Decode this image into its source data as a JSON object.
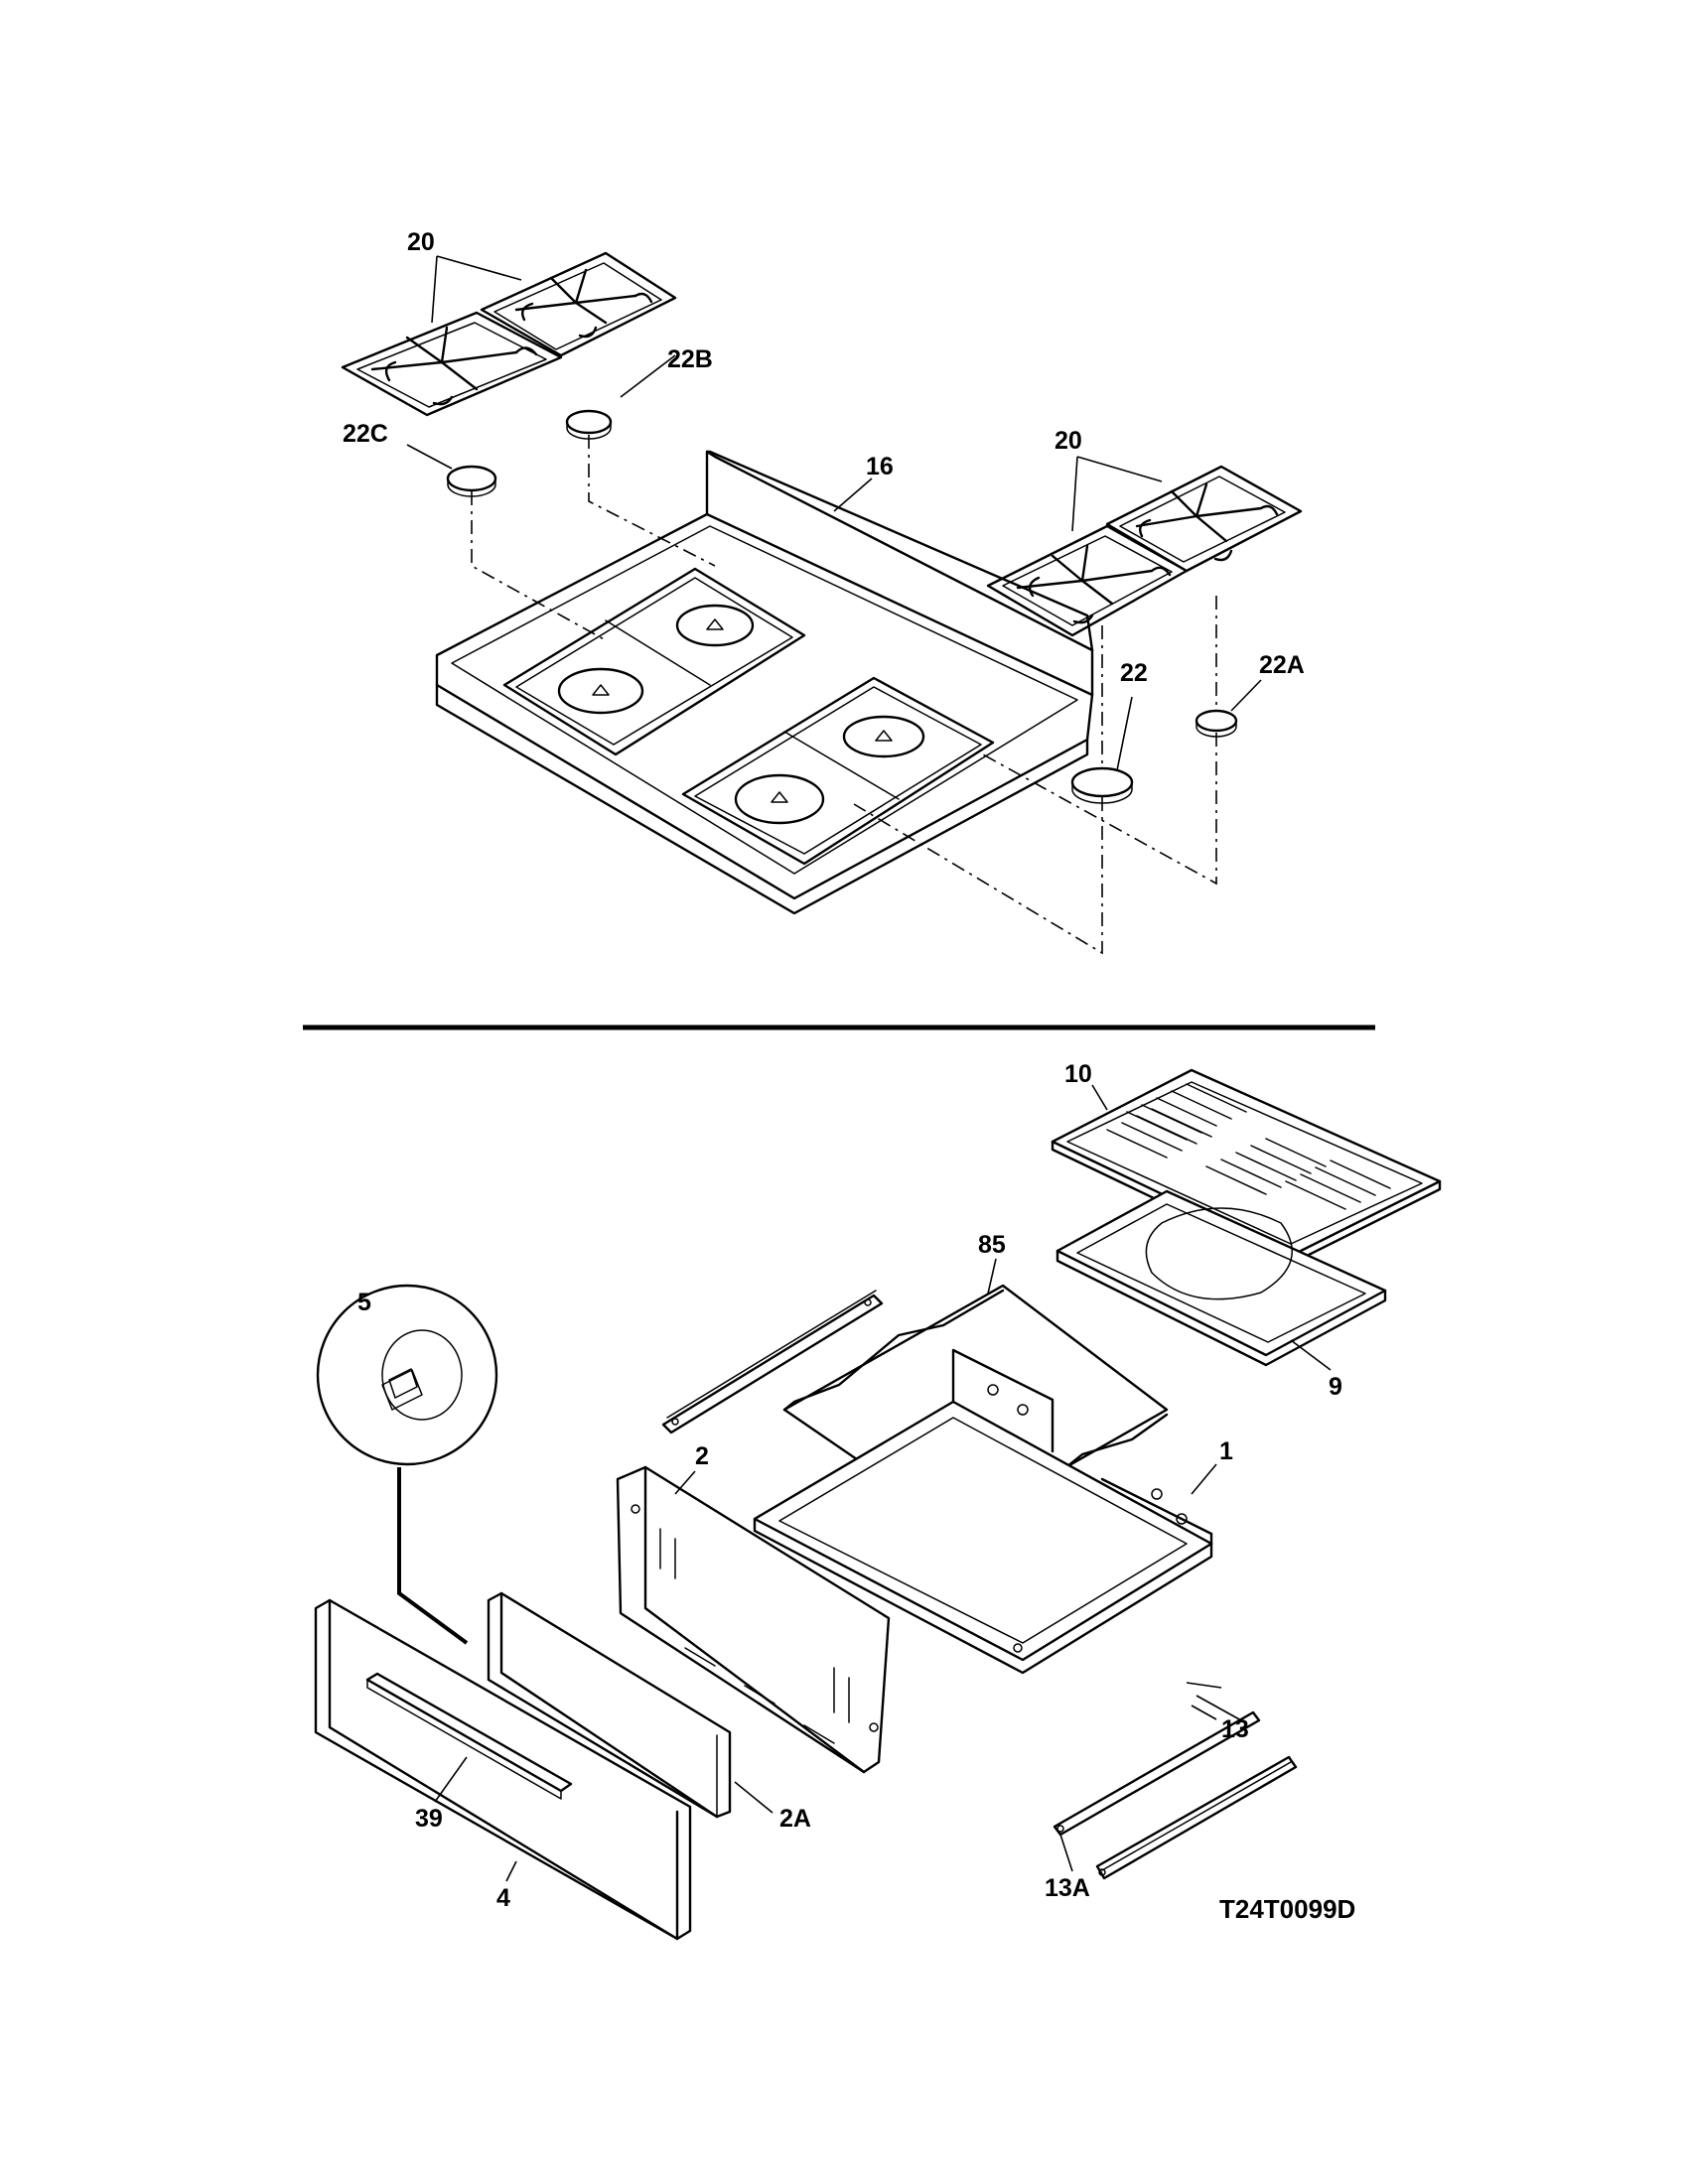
{
  "diagram": {
    "drawing_number": "T24T0099D",
    "callouts": {
      "grate_left": "20",
      "grate_right": "20",
      "cap_22": "22",
      "cap_22a": "22A",
      "cap_22b": "22B",
      "cap_22c": "22C",
      "cooktop": "16",
      "broiler_insert": "10",
      "broiler_pan": "9",
      "rack": "85",
      "drawer_liner": "1",
      "drawer_back": "2",
      "drawer_front_inner": "2A",
      "drawer_front": "4",
      "handle": "39",
      "clip_detail": "5",
      "slide": "13",
      "slide_rail": "13A"
    }
  }
}
